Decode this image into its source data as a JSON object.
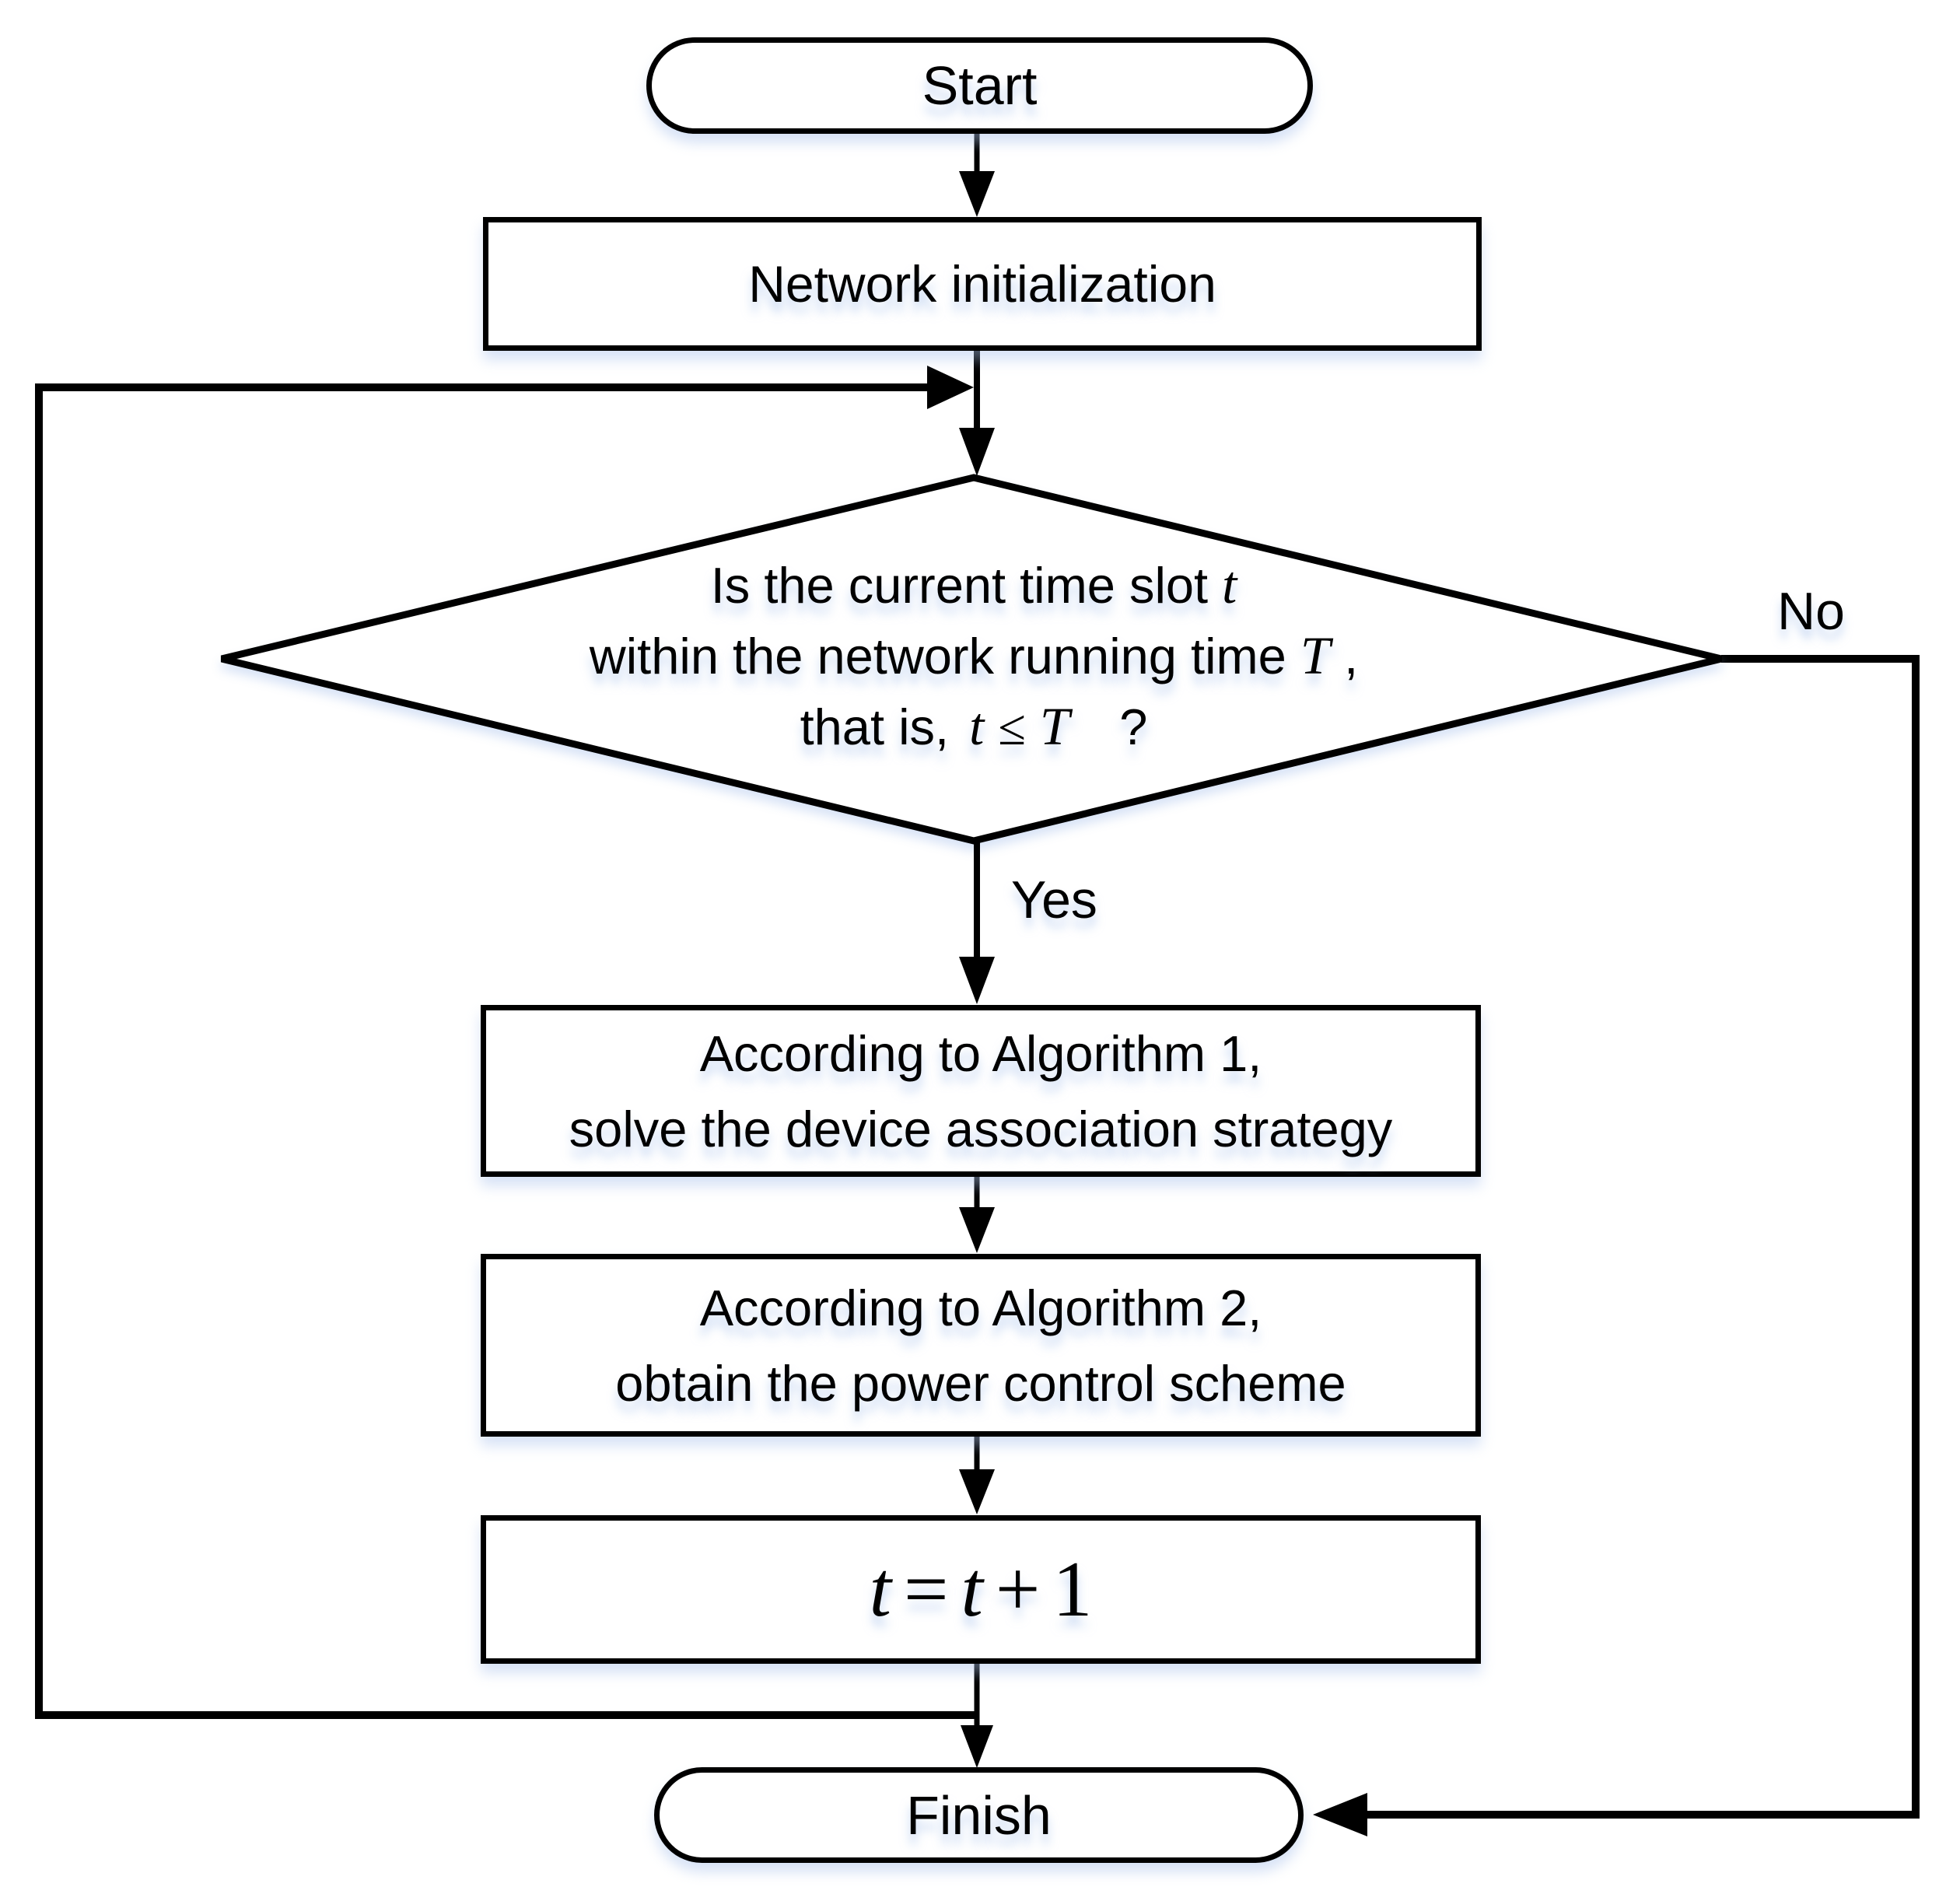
{
  "diagram": {
    "type": "flowchart",
    "colors": {
      "stroke": "#000000",
      "fill": "#ffffff",
      "background": "#ffffff",
      "glow": "#a8c2eb"
    },
    "nodes": {
      "start": {
        "shape": "terminator",
        "label": "Start"
      },
      "network": {
        "shape": "process",
        "label": "Network initialization"
      },
      "decision": {
        "shape": "diamond",
        "line1_text": "Is the current time slot",
        "line1_var": "t",
        "line2_text": "within the network running time",
        "line2_var": "T",
        "line2_punct": ",",
        "line3_text": "that is,",
        "line3_var1": "t",
        "line3_op": "≤",
        "line3_var2": "T",
        "line3_punct": "?"
      },
      "algorithm1": {
        "shape": "process",
        "line1": "According to Algorithm 1,",
        "line2": "solve the device association strategy"
      },
      "algorithm2": {
        "shape": "process",
        "line1": "According to Algorithm 2,",
        "line2": "obtain the power control scheme"
      },
      "increment": {
        "shape": "process",
        "var1": "t",
        "op1": "=",
        "var2": "t",
        "op2": "+",
        "num": "1"
      },
      "finish": {
        "shape": "terminator",
        "label": "Finish"
      }
    },
    "edges": {
      "yes_label": "Yes",
      "no_label": "No"
    }
  }
}
